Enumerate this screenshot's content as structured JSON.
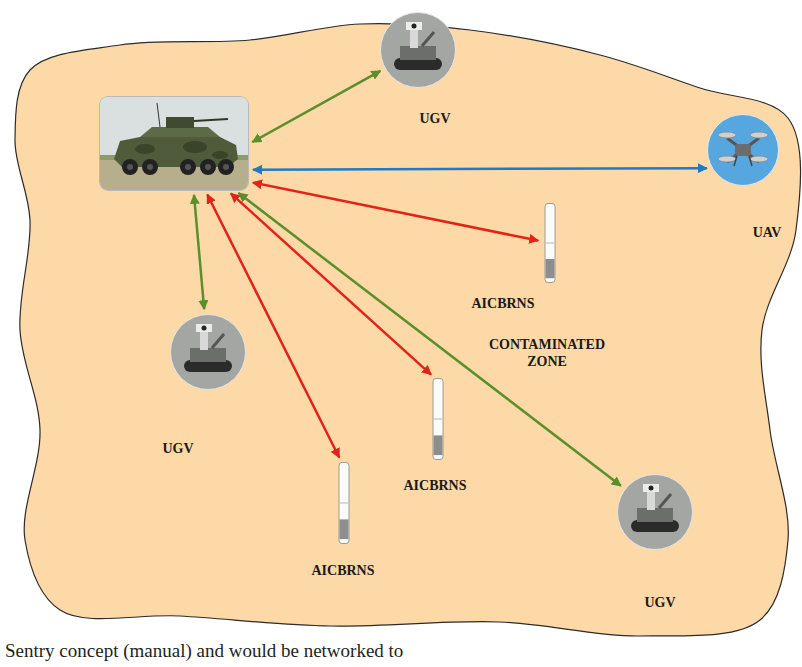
{
  "diagram": {
    "nodes": [
      {
        "text": [
          "CONTAMINATED ZONE"
        ]
      },
      {
        "text": [],
        "in": 0
      },
      {
        "text": [
          "UGV"
        ],
        "in": 0
      },
      {
        "text": [
          "UAV"
        ],
        "in": 0
      },
      {
        "text": [
          "AICBRNS"
        ],
        "in": 0
      },
      {
        "text": [
          "UGV"
        ],
        "in": 0
      },
      {
        "text": [
          "AICBRNS"
        ],
        "in": 0
      },
      {
        "text": [
          "AICBRNS"
        ],
        "in": 0
      },
      {
        "text": [
          "UGV"
        ],
        "in": 0
      }
    ],
    "edges": [
      {
        "from": 1,
        "to": 2,
        "arrow": "both"
      },
      {
        "from": 1,
        "to": 3,
        "arrow": "both"
      },
      {
        "from": 1,
        "to": 4,
        "arrow": "both"
      },
      {
        "from": 1,
        "to": 5,
        "arrow": "both"
      },
      {
        "from": 1,
        "to": 6,
        "arrow": "both"
      },
      {
        "from": 1,
        "to": 7,
        "arrow": "both"
      },
      {
        "from": 1,
        "to": 8,
        "arrow": "both"
      }
    ],
    "labels": [
      "Sentry concept (manual) and would be networked to"
    ]
  }
}
